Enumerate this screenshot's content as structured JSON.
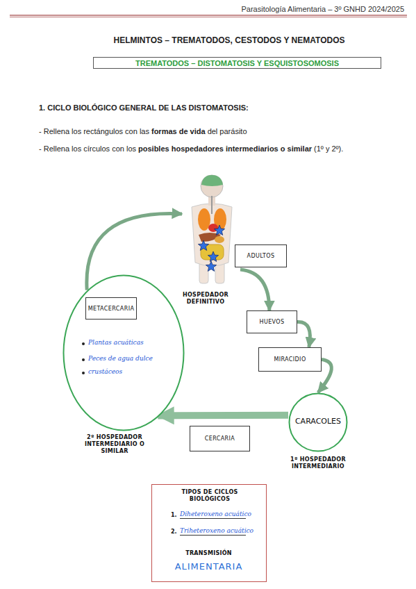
{
  "diagram": {
    "title": "HELMINTOS – TREMATODOS, CESTODOS Y NEMATODOS",
    "nodes": [
      {
        "text": [
          "TREMATODOS – DISTOMATOSIS Y ESQUISTOSOMOSIS"
        ]
      },
      {
        "text": [
          "HOSPEDADOR DEFINITIVO"
        ]
      },
      {
        "text": [
          "ADULTOS"
        ]
      },
      {
        "text": [
          "Plantas acuáticas",
          "Peces de agua dulce",
          "crustáceos",
          "2º HOSPEDADOR INTERMEDIARIO O SIMILAR"
        ]
      },
      {
        "text": [
          "METACERCARIA"
        ],
        "in": 3
      },
      {
        "text": [
          "HUEVOS"
        ]
      },
      {
        "text": [
          "MIRACIDIO"
        ]
      },
      {
        "text": [
          "CARACOLES",
          "1º HOSPEDADOR INTERMEDIARIO"
        ]
      },
      {
        "text": [
          "CERCARIA"
        ]
      },
      {
        "text": [
          "TIPOS DE CICLOS BIOLÓGICOS",
          "1.",
          "Diheteroxeno acuático",
          "2.",
          "Triheteroxeno acuático",
          "TRANSMISIÓN",
          "ALIMENTARIA"
        ]
      }
    ],
    "edges": [
      {
        "from": 1,
        "to": 5,
        "arrow": "to"
      },
      {
        "from": 5,
        "to": 6,
        "arrow": "to"
      },
      {
        "from": 6,
        "to": 7,
        "arrow": "to"
      },
      {
        "from": 7,
        "to": 3,
        "arrow": "to"
      },
      {
        "from": 3,
        "to": 1,
        "arrow": "to"
      }
    ],
    "labels": [
      "Parasitología Alimentaria – 3º GNHD 2024/2025",
      "1. CICLO BIOLÓGICO GENERAL DE LAS DISTOMATOSIS:",
      "- Rellena los rectángulos con las",
      "formas de vida",
      "del parásito",
      "- Rellena los círculos con los",
      "posibles hospedadores intermediarios o similar",
      "(1º y 2º)."
    ]
  }
}
